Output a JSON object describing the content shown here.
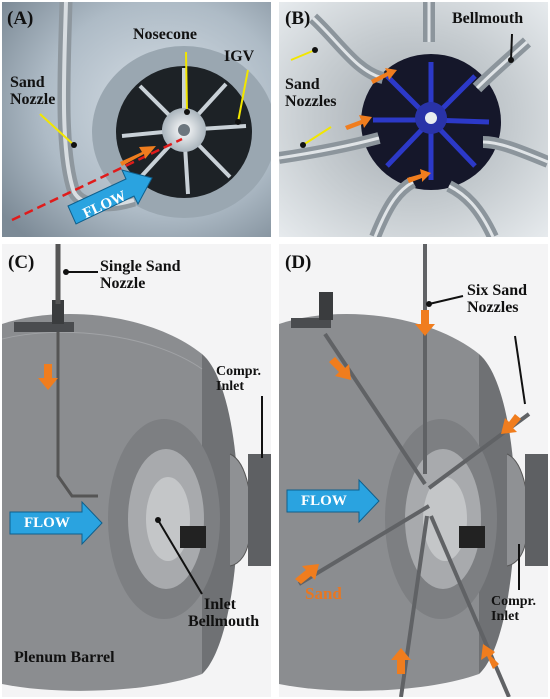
{
  "panels": {
    "a": {
      "tag": "(A)",
      "labels": {
        "sand_nozzle": "Sand Nozzle",
        "nosecone": "Nosecone",
        "igv": "IGV",
        "flow": "FLOW"
      }
    },
    "b": {
      "tag": "(B)",
      "labels": {
        "bellmouth": "Bellmouth",
        "sand_nozzles": "Sand Nozzles"
      }
    },
    "c": {
      "tag": "(C)",
      "labels": {
        "single_sand_nozzle": "Single Sand Nozzle",
        "compr_inlet": "Compr. Inlet",
        "flow": "FLOW",
        "inlet_bellmouth": "Inlet Bellmouth",
        "plenum_barrel": "Plenum Barrel"
      }
    },
    "d": {
      "tag": "(D)",
      "labels": {
        "six_sand_nozzles": "Six Sand Nozzles",
        "compr_inlet": "Compr. Inlet",
        "flow": "FLOW",
        "sand": "Sand"
      }
    }
  },
  "colors": {
    "arrow": "#f07d1e",
    "flow": "#2aa3e0",
    "callout": "#f2e600",
    "trajectory": "#e01b1b"
  }
}
